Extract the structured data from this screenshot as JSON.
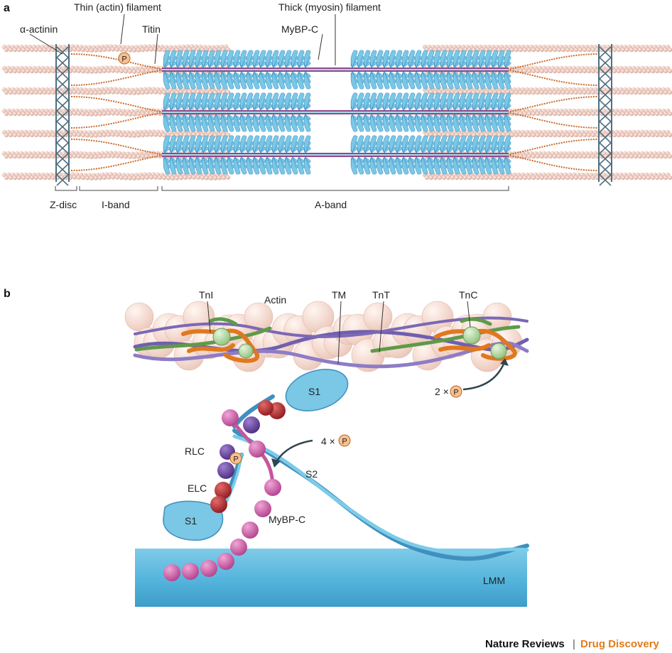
{
  "panel_a": {
    "letter": "a",
    "labels": {
      "alpha_actinin": "α-actinin",
      "thin_filament": "Thin (actin) filament",
      "titin": "Titin",
      "thick_filament": "Thick (myosin) filament",
      "mybpc": "MyBP-C",
      "phospho": "P"
    },
    "bands": {
      "z_disc": "Z-disc",
      "i_band": "I-band",
      "a_band": "A-band"
    }
  },
  "panel_b": {
    "letter": "b",
    "labels": {
      "tni": "TnI",
      "actin": "Actin",
      "tm": "TM",
      "tnt": "TnT",
      "tnc": "TnC",
      "s1_top": "S1",
      "s1_bottom": "S1",
      "two_p": "2 ×",
      "four_p": "4 ×",
      "phospho": "P",
      "rlc": "RLC",
      "elc": "ELC",
      "s2": "S2",
      "mybpc": "MyBP-C",
      "lmm": "LMM"
    }
  },
  "credit": {
    "journal": "Nature Reviews",
    "separator": "|",
    "section": "Drug Discovery"
  },
  "colors": {
    "actin_bead": "#f0c9bd",
    "myosin_head": "#7ac7e6",
    "thick_core": "#8e4a8a",
    "titin": "#c96a2a",
    "z_disc": "#4f6f80",
    "tropomyosin": "#7b68b5",
    "tnt_green": "#5e9a4a",
    "tni_orange": "#e0781f",
    "tnc_green": "#b6dca6",
    "rlc_purple": "#6a3f9a",
    "elc_red": "#b0242a",
    "mybpc_pink": "#c7559e",
    "phospho_fill": "#f7c08f",
    "credit_orange": "#e07b1a"
  }
}
